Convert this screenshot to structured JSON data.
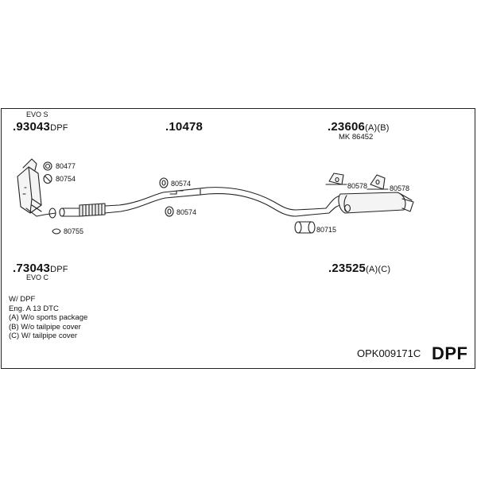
{
  "labels": {
    "evo_s": "EVO S",
    "evo_c": "EVO C",
    "mk": "MK  86452"
  },
  "part_numbers": {
    "p93043": {
      "num": ".93043",
      "suffix": "DPF"
    },
    "p10478": {
      "num": ".10478",
      "suffix": ""
    },
    "p23606": {
      "num": ".23606",
      "suffix": "(A)(B)"
    },
    "p73043": {
      "num": ".73043",
      "suffix": "DPF"
    },
    "p23525": {
      "num": ".23525",
      "suffix": "(A)(C)"
    }
  },
  "small_parts": {
    "c80477": "80477",
    "c80754": "80754",
    "c80755": "80755",
    "c80574a": "80574",
    "c80574b": "80574",
    "c80578a": "80578",
    "c80578b": "80578",
    "c80715": "80715"
  },
  "notes": [
    "W/ DPF",
    "Eng. A 13 DTC",
    "(A) W/o sports package",
    "(B) W/o tailpipe cover",
    "(C) W/ tailpipe cover"
  ],
  "footer": {
    "code": "OPK009171C",
    "type": "DPF"
  }
}
